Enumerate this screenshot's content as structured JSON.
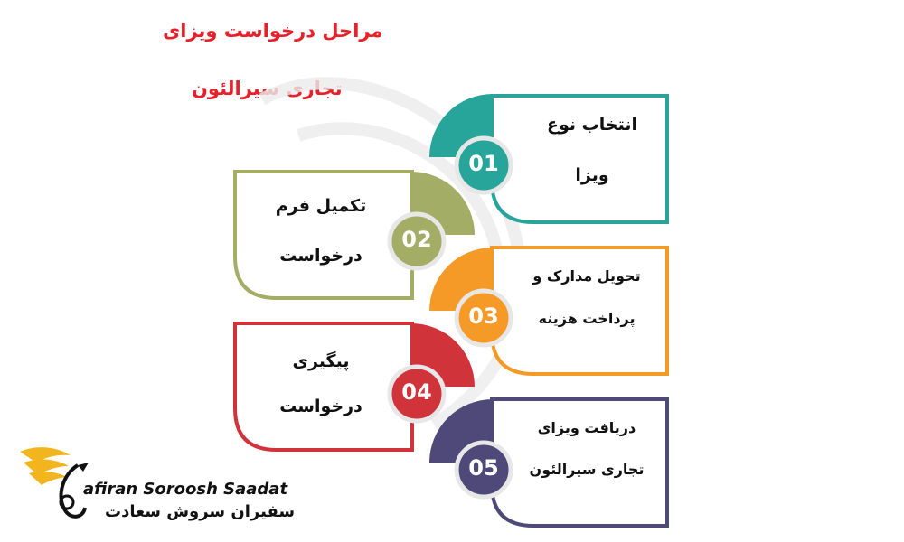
{
  "title": {
    "line1": "مراحل درخواست ویزای",
    "line2": "تجاری سیرالئون"
  },
  "colors": {
    "title": "#e8202a",
    "step1": "#27a59b",
    "step2": "#a3ad66",
    "step3": "#f59a27",
    "step4": "#d0333a",
    "step5": "#4e4979"
  },
  "steps": [
    {
      "number": "01",
      "line1": "انتخاب نوع",
      "line2": "ویزا"
    },
    {
      "number": "02",
      "line1": "تکمیل فرم",
      "line2": "درخواست"
    },
    {
      "number": "03",
      "line1": "تحویل مدارک و",
      "line2": "پرداخت هزینه"
    },
    {
      "number": "04",
      "line1": "پیگیری",
      "line2": "درخواست"
    },
    {
      "number": "05",
      "line1": "دریافت ویزای",
      "line2": "تجاری سیرالئون"
    }
  ],
  "logo": {
    "name_en": "afiran Soroosh Saadat",
    "name_fa": "سفیران سروش سعادت",
    "icon": "golden-swan-icon"
  }
}
